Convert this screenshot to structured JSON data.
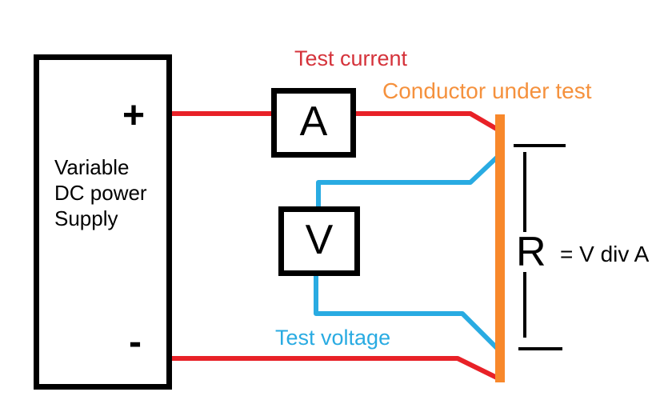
{
  "diagram": {
    "power_supply": {
      "name_lines": [
        "Variable",
        "DC power",
        "Supply"
      ],
      "plus_terminal": "+",
      "minus_terminal": "-"
    },
    "ammeter_label": "A",
    "voltmeter_label": "V",
    "annotations": {
      "test_current": "Test current",
      "conductor_under_test": "Conductor under test",
      "test_voltage": "Test voltage",
      "resistance_symbol": "R",
      "resistance_formula": "= V div A"
    }
  },
  "colors": {
    "background": "#ffffff",
    "outline": "#000000",
    "wire_current": "#e82127",
    "wire_voltage": "#29abe2",
    "conductor_bar": "#f8882b",
    "label_current": "#d5333b",
    "label_conductor": "#f5913d",
    "label_voltage": "#29abe2"
  }
}
